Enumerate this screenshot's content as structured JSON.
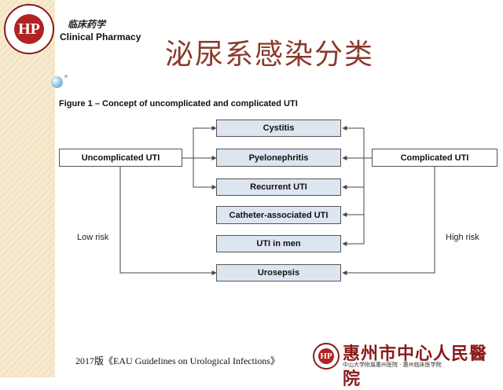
{
  "header": {
    "logo_text": "HP",
    "brand_cn": "临床药学",
    "brand_en": "Clinical Pharmacy",
    "title": "泌尿系感染分类"
  },
  "figure": {
    "title": "Figure 1 – Concept of uncomplicated and complicated UTI",
    "left_box": "Uncomplicated UTI",
    "right_box": "Complicated UTI",
    "left_risk": "Low risk",
    "right_risk": "High risk",
    "categories": [
      "Cystitis",
      "Pyelonephritis",
      "Recurrent UTI",
      "Catheter-associated UTI",
      "UTI in men",
      "Urosepsis"
    ]
  },
  "footer": {
    "citation": "2017版《EAU Guidelines on Urological Infections》",
    "hospital_logo_text": "HP",
    "hospital_name": "惠州市中心人民醫院",
    "hospital_sub": "中山大学附属惠州医院 · 惠州临床医学院"
  },
  "colors": {
    "category_fill": "#dde6f0",
    "title_color": "#8b3a2a",
    "stripe": "#f3e4c4",
    "hospital_red": "#8b1a1a"
  }
}
